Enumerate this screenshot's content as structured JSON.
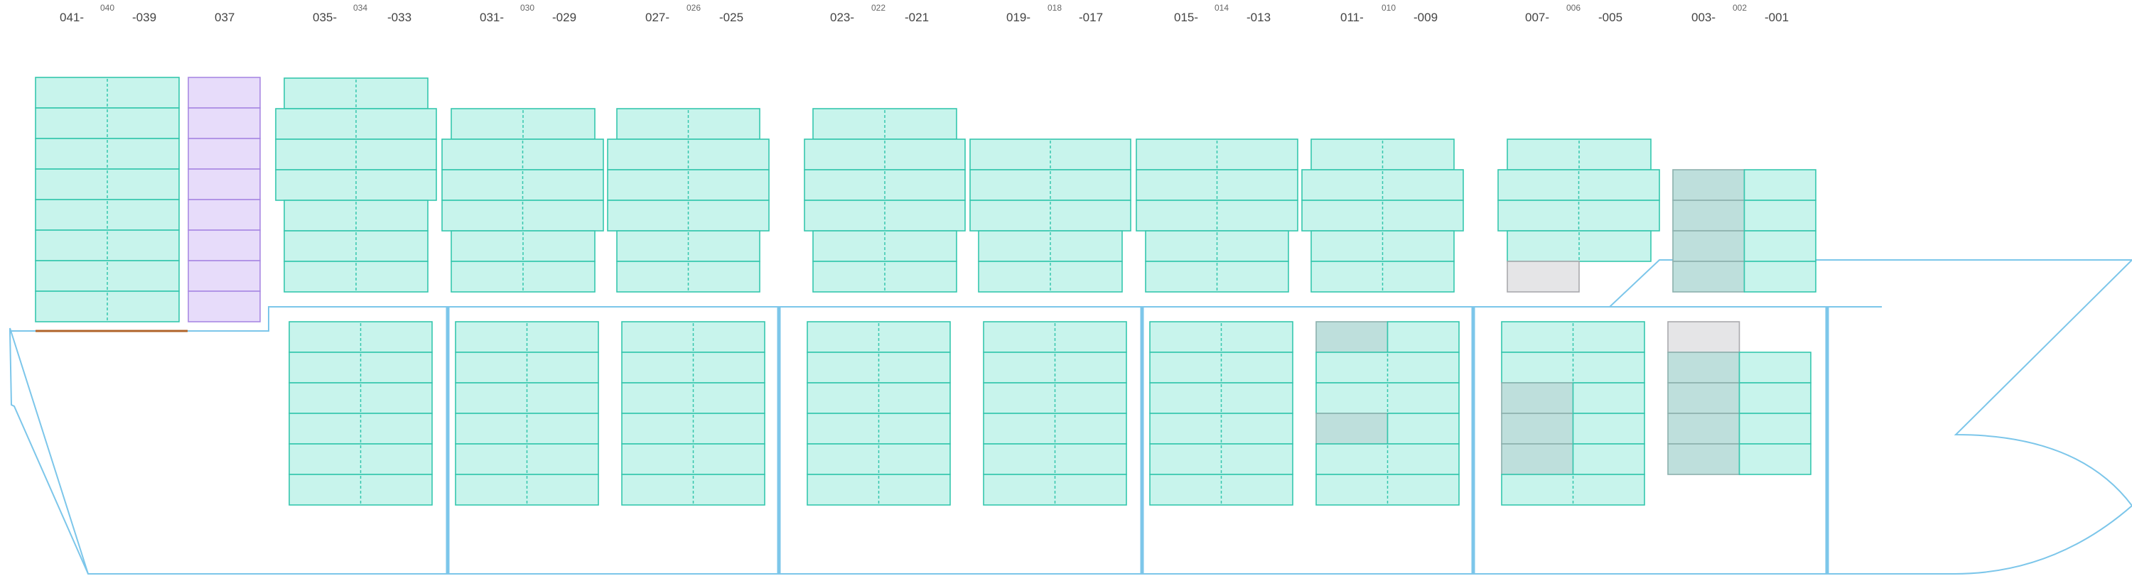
{
  "palette": {
    "container_fill": "#c8f4ec",
    "container_stroke": "#35c6ad",
    "reefer_fill": "#e7dcfa",
    "reefer_stroke": "#a989e3",
    "empty_fill": "#e5e5e7",
    "empty_stroke": "#a9a9ad",
    "hazard_fill": "#bedfdc",
    "hazard_stroke": "#8cb0ad",
    "hull_stroke": "#7cc6ea",
    "deck_stripe": "#b0642a"
  },
  "bay_labels": [
    {
      "id": "b041",
      "text": "041-"
    },
    {
      "id": "b040",
      "text": "040",
      "small": true
    },
    {
      "id": "b039",
      "text": "-039"
    },
    {
      "id": "b037",
      "text": "037"
    },
    {
      "id": "b035",
      "text": "035-"
    },
    {
      "id": "b034",
      "text": "034",
      "small": true
    },
    {
      "id": "b033",
      "text": "-033"
    },
    {
      "id": "b031",
      "text": "031-"
    },
    {
      "id": "b030",
      "text": "030",
      "small": true
    },
    {
      "id": "b029",
      "text": "-029"
    },
    {
      "id": "b027",
      "text": "027-"
    },
    {
      "id": "b026",
      "text": "026",
      "small": true
    },
    {
      "id": "b025",
      "text": "-025"
    },
    {
      "id": "b023",
      "text": "023-"
    },
    {
      "id": "b022",
      "text": "022",
      "small": true
    },
    {
      "id": "b021",
      "text": "-021"
    },
    {
      "id": "b019",
      "text": "019-"
    },
    {
      "id": "b018",
      "text": "018",
      "small": true
    },
    {
      "id": "b017",
      "text": "-017"
    },
    {
      "id": "b015",
      "text": "015-"
    },
    {
      "id": "b014",
      "text": "014",
      "small": true
    },
    {
      "id": "b013",
      "text": "-013"
    },
    {
      "id": "b011",
      "text": "011-"
    },
    {
      "id": "b010",
      "text": "010",
      "small": true
    },
    {
      "id": "b009",
      "text": "-009"
    },
    {
      "id": "b007",
      "text": "007-"
    },
    {
      "id": "b006",
      "text": "006",
      "small": true
    },
    {
      "id": "b005",
      "text": "-005"
    },
    {
      "id": "b003",
      "text": "003-"
    },
    {
      "id": "b002",
      "text": "002",
      "small": true
    },
    {
      "id": "b001",
      "text": "-001"
    }
  ],
  "stacks": [
    {
      "id": "bay-041-039-deck",
      "dashed": true,
      "tiers": [
        "container",
        "container",
        "container",
        "container",
        "container",
        "container",
        "container",
        "container"
      ]
    },
    {
      "id": "bay-037-deck",
      "dashed": false,
      "tiers": [
        "reefer",
        "reefer",
        "reefer",
        "reefer",
        "reefer",
        "reefer",
        "reefer",
        "reefer"
      ]
    },
    {
      "id": "bay-035-033-deck",
      "dashed": true,
      "tiers": [
        "container",
        "container",
        "container",
        "container",
        "container",
        "container",
        "container"
      ]
    },
    {
      "id": "bay-031-029-deck",
      "dashed": true,
      "tiers": [
        "container",
        "container",
        "container",
        "container",
        "container",
        "container"
      ]
    },
    {
      "id": "bay-027-025-deck",
      "dashed": true,
      "tiers": [
        "container",
        "container",
        "container",
        "container",
        "container",
        "container"
      ]
    },
    {
      "id": "bay-023-021-deck",
      "dashed": true,
      "tiers": [
        "container",
        "container",
        "container",
        "container",
        "container",
        "container"
      ]
    },
    {
      "id": "bay-019-017-deck",
      "dashed": true,
      "tiers": [
        "container",
        "container",
        "container",
        "container",
        "container"
      ]
    },
    {
      "id": "bay-015-013-deck",
      "dashed": true,
      "tiers": [
        "container",
        "container",
        "container",
        "container",
        "container"
      ]
    },
    {
      "id": "bay-011-009-deck",
      "dashed": true,
      "tiers": [
        "container",
        "container",
        "container",
        "container",
        "container"
      ]
    },
    {
      "id": "bay-007-005-deck",
      "dashed": true,
      "tiers": [
        "container",
        "container",
        "container",
        "container",
        "empty-half"
      ]
    },
    {
      "id": "bay-003-001-deck",
      "dashed": false,
      "tiers": [
        "split-hazard",
        "split-hazard",
        "split-hazard",
        "split-hazard"
      ]
    },
    {
      "id": "bay-035-033-hold",
      "dashed": true,
      "tiers": [
        "container",
        "container",
        "container",
        "container",
        "container",
        "container"
      ]
    },
    {
      "id": "bay-031-029-hold",
      "dashed": true,
      "tiers": [
        "container",
        "container",
        "container",
        "container",
        "container",
        "container"
      ]
    },
    {
      "id": "bay-027-025-hold",
      "dashed": true,
      "tiers": [
        "container",
        "container",
        "container",
        "container",
        "container",
        "container"
      ]
    },
    {
      "id": "bay-023-021-hold",
      "dashed": true,
      "tiers": [
        "container",
        "container",
        "container",
        "container",
        "container",
        "container"
      ]
    },
    {
      "id": "bay-019-017-hold",
      "dashed": true,
      "tiers": [
        "container",
        "container",
        "container",
        "container",
        "container",
        "container"
      ]
    },
    {
      "id": "bay-015-013-hold",
      "dashed": true,
      "tiers": [
        "container",
        "container",
        "container",
        "container",
        "container",
        "container"
      ]
    },
    {
      "id": "bay-011-009-hold",
      "dashed": true,
      "tiers": [
        "split-hazard",
        "container",
        "container",
        "split-hazard",
        "container",
        "container"
      ]
    },
    {
      "id": "bay-007-005-hold",
      "dashed": true,
      "tiers": [
        "container",
        "container",
        "split-hazard",
        "split-hazard",
        "split-hazard",
        "container"
      ]
    },
    {
      "id": "bay-003-001-hold",
      "dashed": false,
      "tiers": [
        "empty-half",
        "split-hazard",
        "split-hazard",
        "split-hazard",
        "split-hazard"
      ]
    }
  ]
}
